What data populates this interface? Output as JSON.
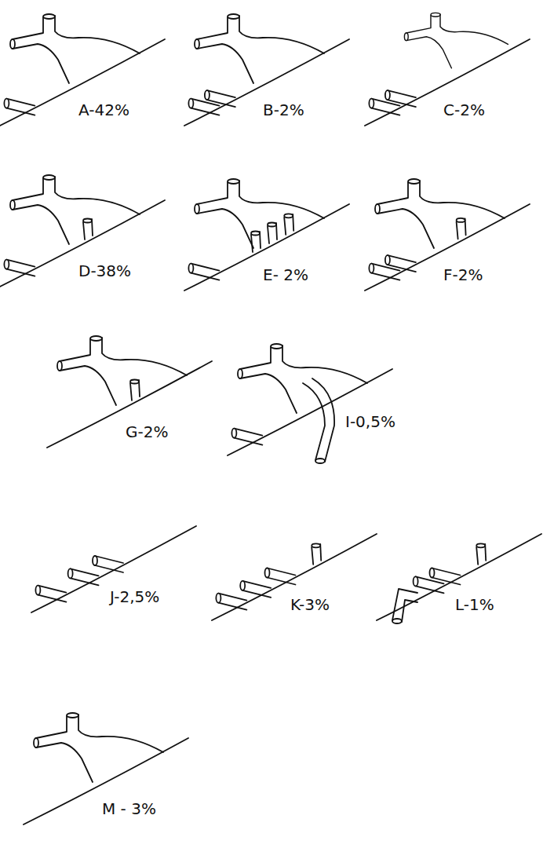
{
  "diagram": {
    "labels": [
      "A-42%",
      "B-2%",
      "C-2%",
      "D-38%",
      "E- 2%",
      "F-2%",
      "G-2%",
      "I-0,5%",
      "J-2,5%",
      "K-3%",
      "L-1%",
      "M - 3%"
    ]
  }
}
